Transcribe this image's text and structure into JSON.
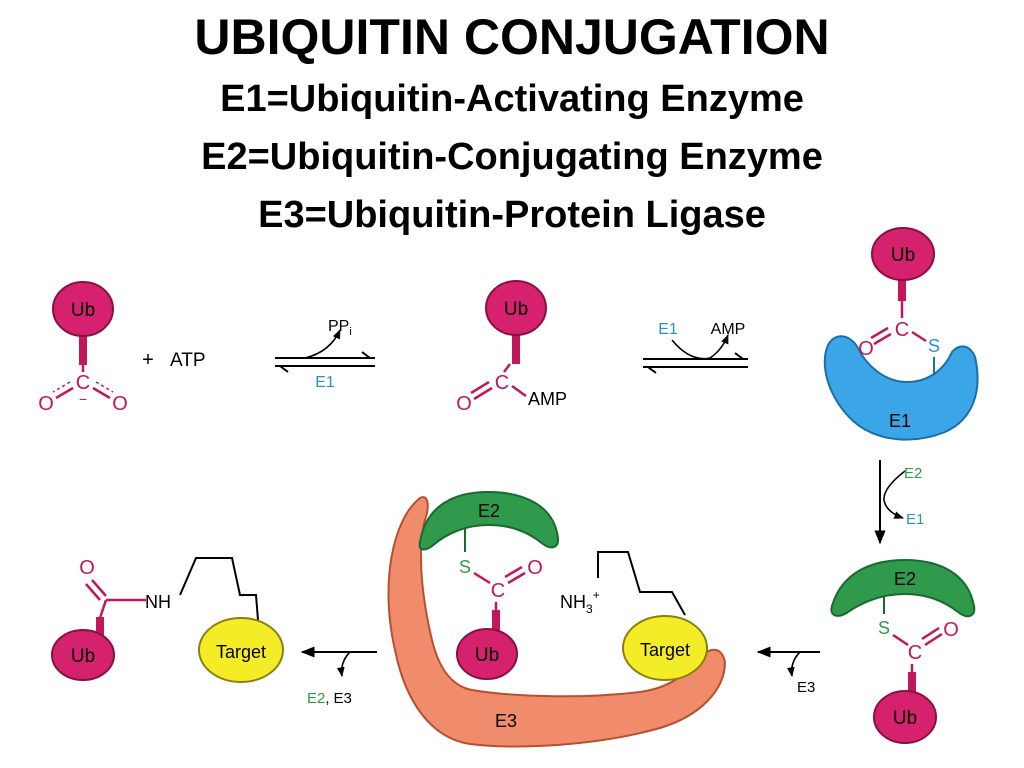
{
  "title": "UBIQUITIN CONJUGATION",
  "definitions": [
    "E1=Ubiquitin-Activating Enzyme",
    "E2=Ubiquitin-Conjugating Enzyme",
    "E3=Ubiquitin-Protein Ligase"
  ],
  "labels": {
    "ub": "Ub",
    "atp": "ATP",
    "plus": "+",
    "pp": "PP",
    "pp_sub": "i",
    "amp": "AMP",
    "e1": "E1",
    "e2": "E2",
    "e3": "E3",
    "o": "O",
    "c": "C",
    "s": "S",
    "minus": "−",
    "nh": "NH",
    "nh3": "NH",
    "nh3_sub": "3",
    "nh3_sup": "+",
    "target": "Target",
    "comma": ","
  },
  "colors": {
    "ub_fill": "#d6226e",
    "bond": "#c2185b",
    "e1_fill": "#3aa6e8",
    "e2_fill": "#2f9a4c",
    "e3_fill": "#f08c6c",
    "target_fill": "#f5ec28",
    "enzyme_label_blue": "#2a8fd0",
    "enzyme_label_green": "#2e9a4a"
  }
}
